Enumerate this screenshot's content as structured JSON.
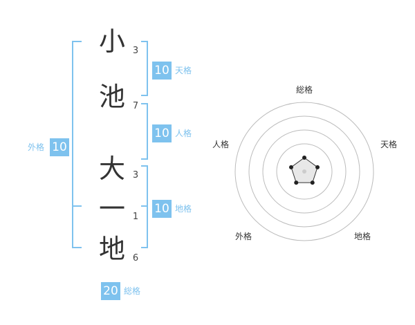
{
  "name": {
    "chars": [
      {
        "char": "小",
        "strokes": "3"
      },
      {
        "char": "池",
        "strokes": "7"
      },
      {
        "char": "大",
        "strokes": "3"
      },
      {
        "char": "一",
        "strokes": "1"
      },
      {
        "char": "地",
        "strokes": "6"
      }
    ]
  },
  "fortune": {
    "tenkaku": {
      "label": "天格",
      "value": "10"
    },
    "jinkaku": {
      "label": "人格",
      "value": "10"
    },
    "chikaku": {
      "label": "地格",
      "value": "10"
    },
    "gaikaku": {
      "label": "外格",
      "value": "10"
    },
    "soukaku": {
      "label": "総格",
      "value": "20"
    }
  },
  "colors": {
    "accent": "#7ec2ee",
    "text": "#333333",
    "ring": "#bbbbbb"
  },
  "radar": {
    "labels": [
      "総格",
      "天格",
      "地格",
      "外格",
      "人格"
    ],
    "values": [
      0.2,
      0.2,
      0.2,
      0.2,
      0.2
    ]
  }
}
